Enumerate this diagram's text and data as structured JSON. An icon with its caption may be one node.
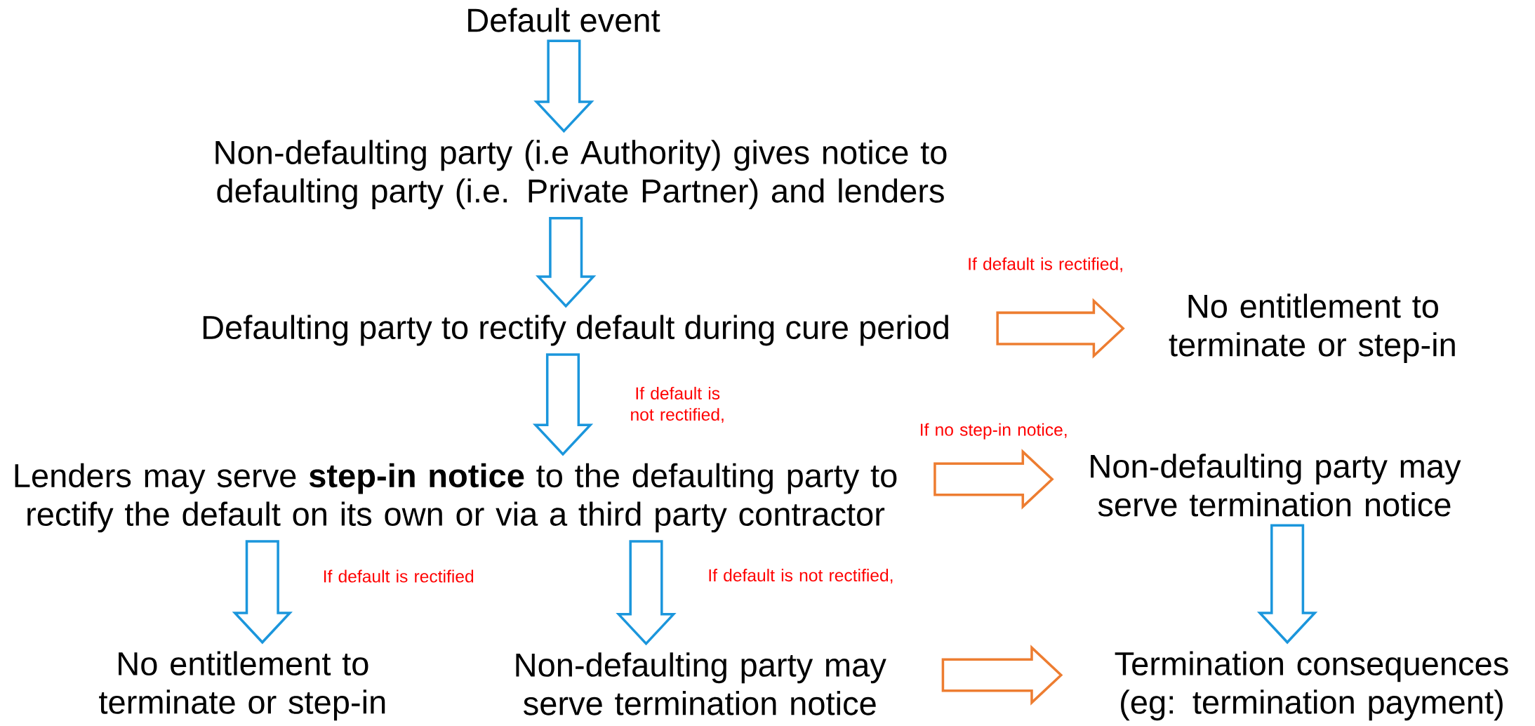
{
  "diagram": {
    "nodes": [
      {
        "text": [
          "Default event"
        ]
      },
      {
        "text": [
          "Non-defaulting party (i.e Authority) gives notice to defaulting party (i.e. Private Partner) and lenders"
        ]
      },
      {
        "text": [
          "Defaulting party to rectify default during cure period"
        ]
      },
      {
        "text": [
          "No entitlement to terminate or step-in"
        ]
      },
      {
        "text": [
          "Lenders may serve **step-in notice** to the defaulting party to rectify the default on its own or via a third party contractor"
        ]
      },
      {
        "text": [
          "Non-defaulting party may serve termination notice"
        ]
      },
      {
        "text": [
          "No entitlement to terminate or step-in"
        ]
      },
      {
        "text": [
          "Non-defaulting party may serve termination notice"
        ]
      },
      {
        "text": [
          "Termination consequences (eg: termination payment)"
        ]
      }
    ],
    "edges": [
      {
        "from": 0,
        "to": 1,
        "arrow": "to"
      },
      {
        "from": 1,
        "to": 2,
        "arrow": "to"
      },
      {
        "from": 2,
        "to": 3,
        "arrow": "to",
        "label": "If default is rectified,",
        "color": "#ed7d31"
      },
      {
        "from": 2,
        "to": 4,
        "arrow": "to",
        "label": "If default is not rectified,"
      },
      {
        "from": 4,
        "to": 5,
        "arrow": "to",
        "label": "If no step-in notice,",
        "color": "#ed7d31"
      },
      {
        "from": 4,
        "to": 6,
        "arrow": "to",
        "label": "If default is rectified"
      },
      {
        "from": 4,
        "to": 7,
        "arrow": "to",
        "label": "If default is not rectified,"
      },
      {
        "from": 5,
        "to": 8,
        "arrow": "to"
      },
      {
        "from": 7,
        "to": 8,
        "arrow": "to",
        "color": "#ed7d31"
      }
    ]
  }
}
